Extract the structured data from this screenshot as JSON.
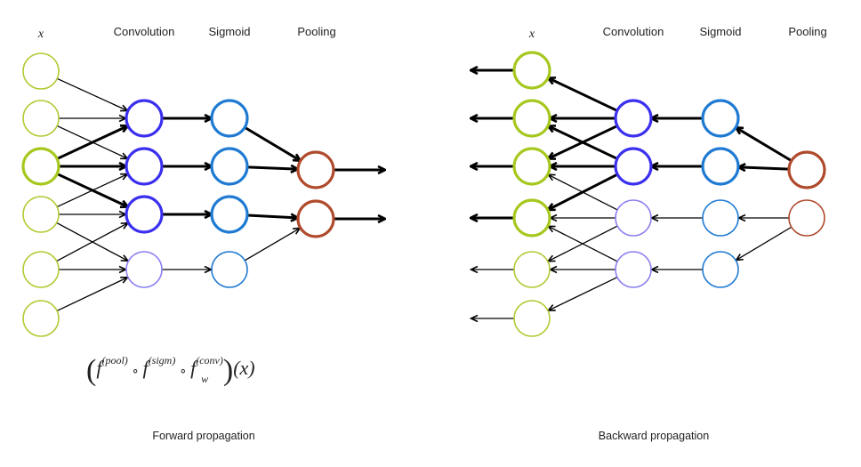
{
  "layer_headers": {
    "x": "x",
    "convolution": "Convolution",
    "sigmoid": "Sigmoid",
    "pooling": "Pooling"
  },
  "formula": {
    "f": "f",
    "pool": "(pool)",
    "sigm": "(sigm)",
    "conv": "(conv)",
    "w": "w",
    "arg": "(x)",
    "compose": "∘",
    "lparen": "(",
    "rparen": ")"
  },
  "captions": {
    "forward": "Forward propagation",
    "backward": "Backward propagation"
  },
  "colors": {
    "input": "#b5c832",
    "input_active": "#a6c81e",
    "convolution": "#3b2ff0",
    "convolution_light": "#8b7ff0",
    "sigmoid": "#1e7ad2",
    "pooling": "#b04a2c",
    "edge": "#000000"
  },
  "forward": {
    "layers": {
      "input": {
        "count": 6,
        "active": [
          2
        ]
      },
      "convolution": {
        "count": 4,
        "active": [
          0,
          1,
          2
        ]
      },
      "sigmoid": {
        "count": 4,
        "active": [
          0,
          1,
          2
        ]
      },
      "pooling": {
        "count": 2,
        "active": [
          0,
          1
        ]
      }
    },
    "edges": [
      {
        "from": [
          "input",
          0
        ],
        "to": [
          "convolution",
          0
        ],
        "weight": "thin"
      },
      {
        "from": [
          "input",
          1
        ],
        "to": [
          "convolution",
          0
        ],
        "weight": "thin"
      },
      {
        "from": [
          "input",
          2
        ],
        "to": [
          "convolution",
          0
        ],
        "weight": "bold"
      },
      {
        "from": [
          "input",
          1
        ],
        "to": [
          "convolution",
          1
        ],
        "weight": "thin"
      },
      {
        "from": [
          "input",
          2
        ],
        "to": [
          "convolution",
          1
        ],
        "weight": "bold"
      },
      {
        "from": [
          "input",
          3
        ],
        "to": [
          "convolution",
          1
        ],
        "weight": "thin"
      },
      {
        "from": [
          "input",
          2
        ],
        "to": [
          "convolution",
          2
        ],
        "weight": "bold"
      },
      {
        "from": [
          "input",
          3
        ],
        "to": [
          "convolution",
          2
        ],
        "weight": "thin"
      },
      {
        "from": [
          "input",
          4
        ],
        "to": [
          "convolution",
          2
        ],
        "weight": "thin"
      },
      {
        "from": [
          "input",
          3
        ],
        "to": [
          "convolution",
          3
        ],
        "weight": "thin"
      },
      {
        "from": [
          "input",
          4
        ],
        "to": [
          "convolution",
          3
        ],
        "weight": "thin"
      },
      {
        "from": [
          "input",
          5
        ],
        "to": [
          "convolution",
          3
        ],
        "weight": "thin"
      },
      {
        "from": [
          "convolution",
          0
        ],
        "to": [
          "sigmoid",
          0
        ],
        "weight": "bold"
      },
      {
        "from": [
          "convolution",
          1
        ],
        "to": [
          "sigmoid",
          1
        ],
        "weight": "bold"
      },
      {
        "from": [
          "convolution",
          2
        ],
        "to": [
          "sigmoid",
          2
        ],
        "weight": "bold"
      },
      {
        "from": [
          "convolution",
          3
        ],
        "to": [
          "sigmoid",
          3
        ],
        "weight": "thin"
      },
      {
        "from": [
          "sigmoid",
          0
        ],
        "to": [
          "pooling",
          0
        ],
        "weight": "bold"
      },
      {
        "from": [
          "sigmoid",
          1
        ],
        "to": [
          "pooling",
          0
        ],
        "weight": "bold"
      },
      {
        "from": [
          "sigmoid",
          2
        ],
        "to": [
          "pooling",
          1
        ],
        "weight": "bold"
      },
      {
        "from": [
          "sigmoid",
          3
        ],
        "to": [
          "pooling",
          1
        ],
        "weight": "thin"
      },
      {
        "from": [
          "pooling",
          0
        ],
        "to": [
          "out",
          0
        ],
        "weight": "bold"
      },
      {
        "from": [
          "pooling",
          1
        ],
        "to": [
          "out",
          1
        ],
        "weight": "bold"
      }
    ]
  },
  "backward": {
    "layers": {
      "input": {
        "count": 6,
        "active": [
          0,
          1,
          2,
          3
        ]
      },
      "convolution": {
        "count": 4,
        "active": [
          0,
          1
        ]
      },
      "sigmoid": {
        "count": 4,
        "active": [
          0,
          1
        ]
      },
      "pooling": {
        "count": 2,
        "active": [
          0
        ]
      }
    },
    "edges": [
      {
        "from": [
          "pooling",
          0
        ],
        "to": [
          "sigmoid",
          0
        ],
        "weight": "bold"
      },
      {
        "from": [
          "pooling",
          0
        ],
        "to": [
          "sigmoid",
          1
        ],
        "weight": "bold"
      },
      {
        "from": [
          "pooling",
          1
        ],
        "to": [
          "sigmoid",
          2
        ],
        "weight": "thin"
      },
      {
        "from": [
          "pooling",
          1
        ],
        "to": [
          "sigmoid",
          3
        ],
        "weight": "thin"
      },
      {
        "from": [
          "sigmoid",
          0
        ],
        "to": [
          "convolution",
          0
        ],
        "weight": "bold"
      },
      {
        "from": [
          "sigmoid",
          1
        ],
        "to": [
          "convolution",
          1
        ],
        "weight": "bold"
      },
      {
        "from": [
          "sigmoid",
          2
        ],
        "to": [
          "convolution",
          2
        ],
        "weight": "thin"
      },
      {
        "from": [
          "sigmoid",
          3
        ],
        "to": [
          "convolution",
          3
        ],
        "weight": "thin"
      },
      {
        "from": [
          "convolution",
          0
        ],
        "to": [
          "input",
          0
        ],
        "weight": "bold"
      },
      {
        "from": [
          "convolution",
          0
        ],
        "to": [
          "input",
          1
        ],
        "weight": "bold"
      },
      {
        "from": [
          "convolution",
          0
        ],
        "to": [
          "input",
          2
        ],
        "weight": "bold"
      },
      {
        "from": [
          "convolution",
          1
        ],
        "to": [
          "input",
          1
        ],
        "weight": "bold"
      },
      {
        "from": [
          "convolution",
          1
        ],
        "to": [
          "input",
          2
        ],
        "weight": "bold"
      },
      {
        "from": [
          "convolution",
          1
        ],
        "to": [
          "input",
          3
        ],
        "weight": "bold"
      },
      {
        "from": [
          "convolution",
          2
        ],
        "to": [
          "input",
          2
        ],
        "weight": "thin"
      },
      {
        "from": [
          "convolution",
          2
        ],
        "to": [
          "input",
          3
        ],
        "weight": "thin"
      },
      {
        "from": [
          "convolution",
          2
        ],
        "to": [
          "input",
          4
        ],
        "weight": "thin"
      },
      {
        "from": [
          "convolution",
          3
        ],
        "to": [
          "input",
          3
        ],
        "weight": "thin"
      },
      {
        "from": [
          "convolution",
          3
        ],
        "to": [
          "input",
          4
        ],
        "weight": "thin"
      },
      {
        "from": [
          "convolution",
          3
        ],
        "to": [
          "input",
          5
        ],
        "weight": "thin"
      },
      {
        "from": [
          "input",
          0
        ],
        "to": [
          "out",
          0
        ],
        "weight": "bold"
      },
      {
        "from": [
          "input",
          1
        ],
        "to": [
          "out",
          1
        ],
        "weight": "bold"
      },
      {
        "from": [
          "input",
          2
        ],
        "to": [
          "out",
          2
        ],
        "weight": "bold"
      },
      {
        "from": [
          "input",
          3
        ],
        "to": [
          "out",
          3
        ],
        "weight": "bold"
      },
      {
        "from": [
          "input",
          4
        ],
        "to": [
          "out",
          4
        ],
        "weight": "thin"
      },
      {
        "from": [
          "input",
          5
        ],
        "to": [
          "out",
          5
        ],
        "weight": "thin"
      }
    ]
  }
}
